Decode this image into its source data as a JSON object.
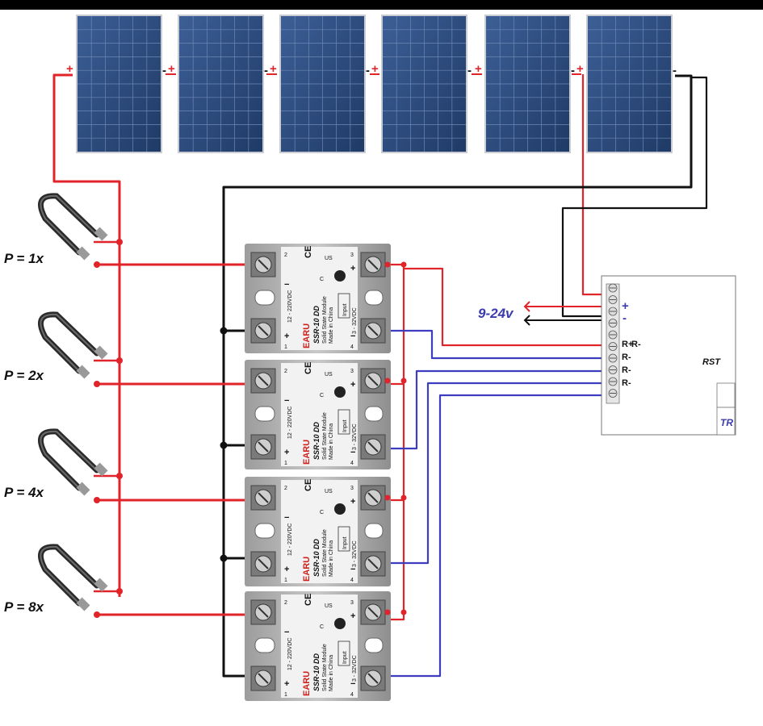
{
  "header_bar_color": "#000000",
  "colors": {
    "positive_wire": "#e0242a",
    "negative_wire": "#111111",
    "signal_wire": "#3d3dc0",
    "panel_cell": "#2b4a7c",
    "voltage_label": "#3b3bb0"
  },
  "solar_array": {
    "panel_count": 6,
    "polarity_plus": "+",
    "polarity_minus": "-"
  },
  "heaters": [
    {
      "label": "P = 1x"
    },
    {
      "label": "P = 2x"
    },
    {
      "label": "P = 4x"
    },
    {
      "label": "P = 8x"
    }
  ],
  "relay": {
    "brand": "EARU",
    "model": "SSR-10 DD",
    "module_text": "Solid State Module",
    "origin_text": "Made in China",
    "load_rating": "12 - 220VDC",
    "input_label": "Input",
    "input_rating": "3 - 32VDC",
    "cert_ce": "CE",
    "cert_us": "US",
    "cert_c": "C",
    "terminal_1": "1",
    "terminal_2": "2",
    "terminal_3": "3",
    "terminal_4": "4",
    "term_minus": "−",
    "term_plus": "+"
  },
  "relay_count": 4,
  "controller": {
    "supply_label": "9-24v",
    "plus_label": "+",
    "minus_label": "-",
    "outputs": [
      "R+",
      "R-",
      "R-",
      "R-",
      "R-"
    ],
    "rst_label": "RST",
    "tr_label": "TR"
  }
}
